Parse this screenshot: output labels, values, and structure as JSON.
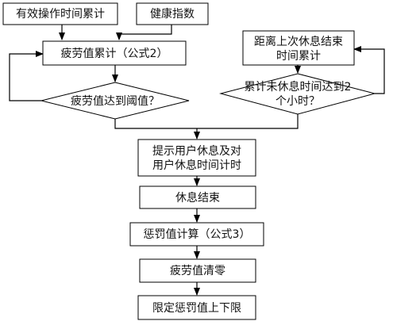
{
  "nodes": {
    "effective_time": {
      "lines": [
        "有效操作时间累计"
      ]
    },
    "health_index": {
      "lines": [
        "健康指数"
      ]
    },
    "fatigue_accumulate": {
      "lines": [
        "疲劳值累计（公式2）"
      ]
    },
    "fatigue_threshold": {
      "lines": [
        "疲劳值达到阈值？"
      ]
    },
    "time_since_rest": {
      "lines": [
        "距离上次休息结束",
        "时间累计"
      ]
    },
    "two_hours_check": {
      "lines": [
        "累计未休息时间达到2",
        "个小时？"
      ]
    },
    "prompt_rest": {
      "lines": [
        "提示用户休息及对",
        "用户休息时间计时"
      ]
    },
    "rest_end": {
      "lines": [
        "休息结束"
      ]
    },
    "penalty_calc": {
      "lines": [
        "惩罚值计算（公式3）"
      ]
    },
    "fatigue_reset": {
      "lines": [
        "疲劳值清零"
      ]
    },
    "penalty_limit": {
      "lines": [
        "限定惩罚值上下限"
      ]
    }
  }
}
